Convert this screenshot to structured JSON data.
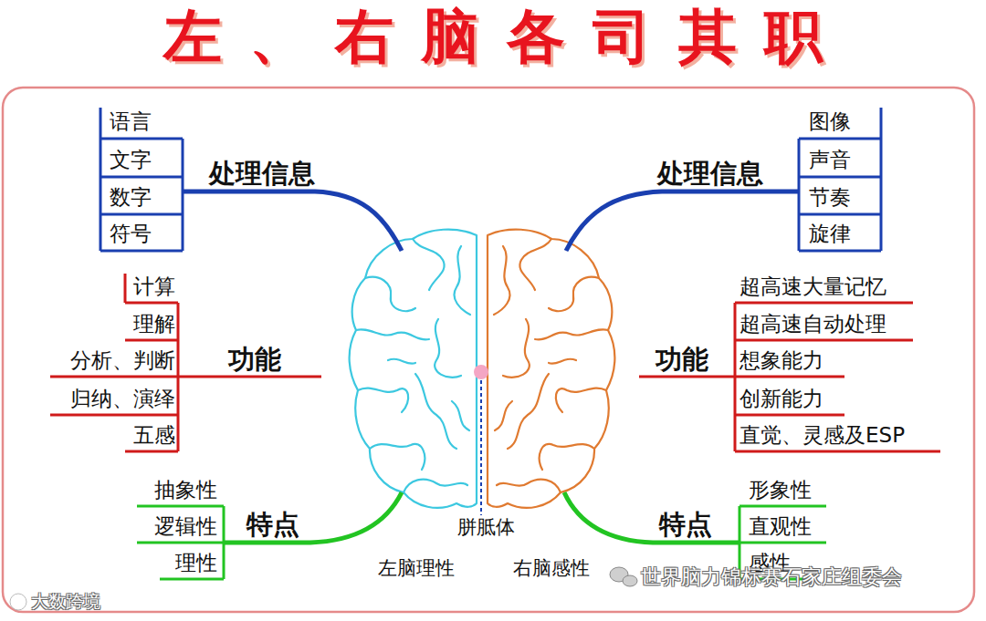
{
  "diagram": {
    "title": "左、右脑各司其职",
    "labels": [
      "处理信息",
      "语言",
      "文字",
      "数字",
      "符号",
      "处理信息",
      "图像",
      "声音",
      "节奏",
      "旋律",
      "功能",
      "计算",
      "理解",
      "分析、判断",
      "归纳、演绎",
      "五感",
      "功能",
      "超高速大量记忆",
      "超高速自动处理",
      "想象能力",
      "创新能力",
      "直觉、灵感及ESP",
      "特点",
      "抽象性",
      "逻辑性",
      "理性",
      "特点",
      "形象性",
      "直观性",
      "感性",
      "胼胝体",
      "左脑理性",
      "右脑感性",
      "世界脑力锦标赛石家庄组委会",
      "大数跨境"
    ]
  }
}
